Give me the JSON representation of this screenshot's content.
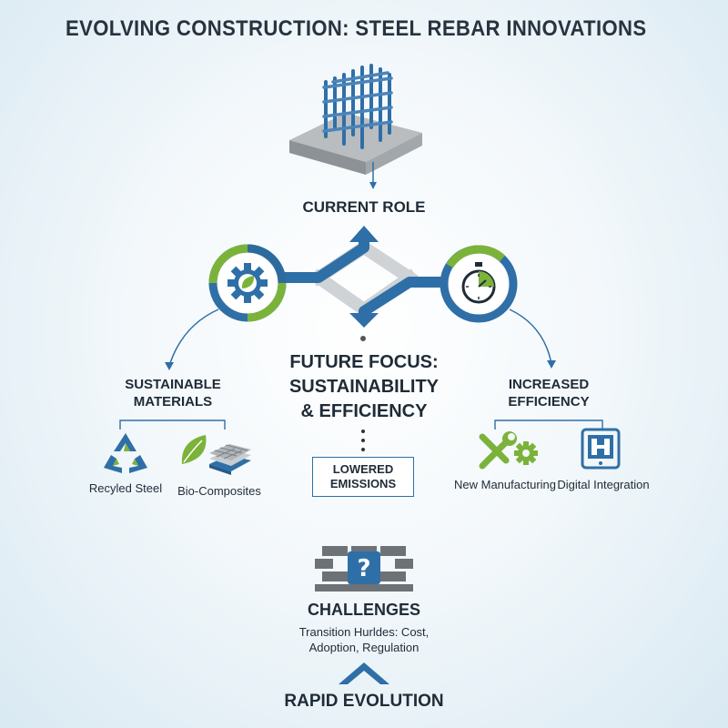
{
  "title": "EVOLVING CONSTRUCTION: STEEL REBAR INNOVATIONS",
  "current_role": "CURRENT ROLE",
  "future_focus": [
    "FUTURE FOCUS:",
    "SUSTAINABILITY",
    "& EFFICIENCY"
  ],
  "lowered_emissions": [
    "LOWERED",
    "EMISSIONS"
  ],
  "sustainable": {
    "heading": [
      "SUSTAINABLE",
      "MATERIALS"
    ],
    "items": [
      "Recyled Steel",
      "Bio-Composites"
    ]
  },
  "efficiency": {
    "heading": [
      "INCREASED",
      "EFFICIENCY"
    ],
    "items": [
      "New Manufacturing",
      "Digital Integration"
    ]
  },
  "challenges": {
    "heading": "CHALLENGES",
    "lines": [
      "Transition Hurldes: Cost,",
      "Adoption, Regulation"
    ]
  },
  "footer": "RAPID EVOLUTION",
  "colors": {
    "blue": "#2f6fa7",
    "green": "#7bb33a",
    "dark": "#1f2b37",
    "gray": "#6d7276"
  },
  "icons": [
    "rebar-cage-icon",
    "gear-leaf-icon",
    "stopwatch-icon",
    "recycle-icon",
    "bio-composite-icon",
    "wrench-gear-icon",
    "tablet-icon",
    "brick-question-icon",
    "chevron-up-icon"
  ]
}
